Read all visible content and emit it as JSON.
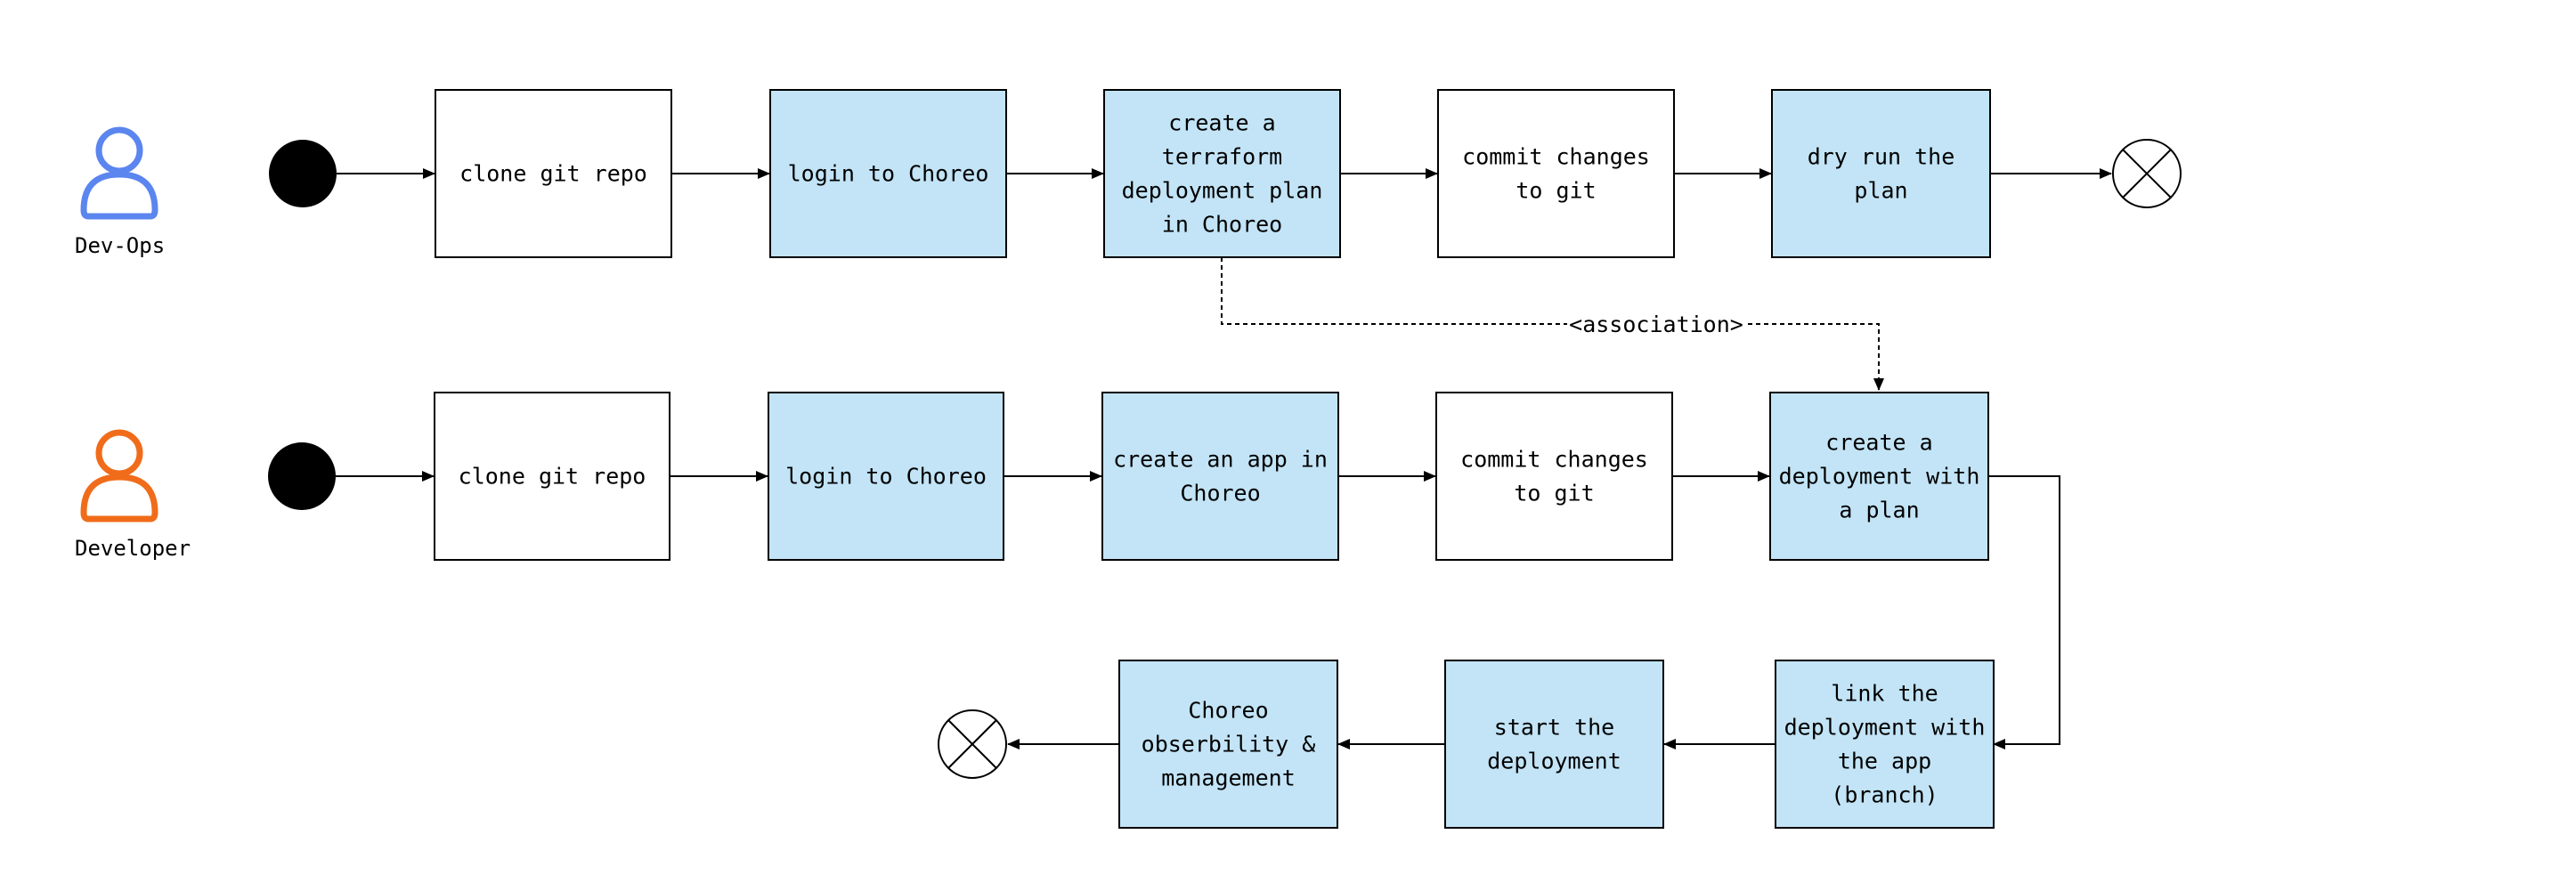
{
  "colors": {
    "process_fill": "#c2e4f6",
    "plain_fill": "#ffffff",
    "border": "#000000",
    "devops_actor": "#5b85ef",
    "developer_actor": "#f06c1a"
  },
  "actors": {
    "devops": {
      "label": "Dev-Ops",
      "icon": "user-icon"
    },
    "developer": {
      "label": "Developer",
      "icon": "user-icon"
    }
  },
  "association_label": "<association>",
  "nodes": [
    {
      "id": "devops-clone",
      "lines": [
        "clone git repo"
      ],
      "filled": false
    },
    {
      "id": "devops-login",
      "lines": [
        "login to Choreo"
      ],
      "filled": true
    },
    {
      "id": "devops-plan",
      "lines": [
        "create a",
        "terraform",
        "deployment plan",
        "in Choreo"
      ],
      "filled": true
    },
    {
      "id": "devops-commit",
      "lines": [
        "commit changes",
        "to git"
      ],
      "filled": false
    },
    {
      "id": "devops-dryrun",
      "lines": [
        "dry run the",
        "plan"
      ],
      "filled": true
    },
    {
      "id": "dev-clone",
      "lines": [
        "clone git repo"
      ],
      "filled": false
    },
    {
      "id": "dev-login",
      "lines": [
        "login to Choreo"
      ],
      "filled": true
    },
    {
      "id": "dev-createapp",
      "lines": [
        "create an app in",
        "Choreo"
      ],
      "filled": true
    },
    {
      "id": "dev-commit",
      "lines": [
        "commit changes",
        "to git"
      ],
      "filled": false
    },
    {
      "id": "dev-deployment",
      "lines": [
        "create a",
        "deployment with",
        "a plan"
      ],
      "filled": true
    },
    {
      "id": "dev-link",
      "lines": [
        "link the",
        "deployment with",
        "the app",
        "(branch)"
      ],
      "filled": true
    },
    {
      "id": "dev-start",
      "lines": [
        "start the",
        "deployment"
      ],
      "filled": true
    },
    {
      "id": "dev-observe",
      "lines": [
        "Choreo",
        "obserbility &",
        "management"
      ],
      "filled": true
    }
  ]
}
